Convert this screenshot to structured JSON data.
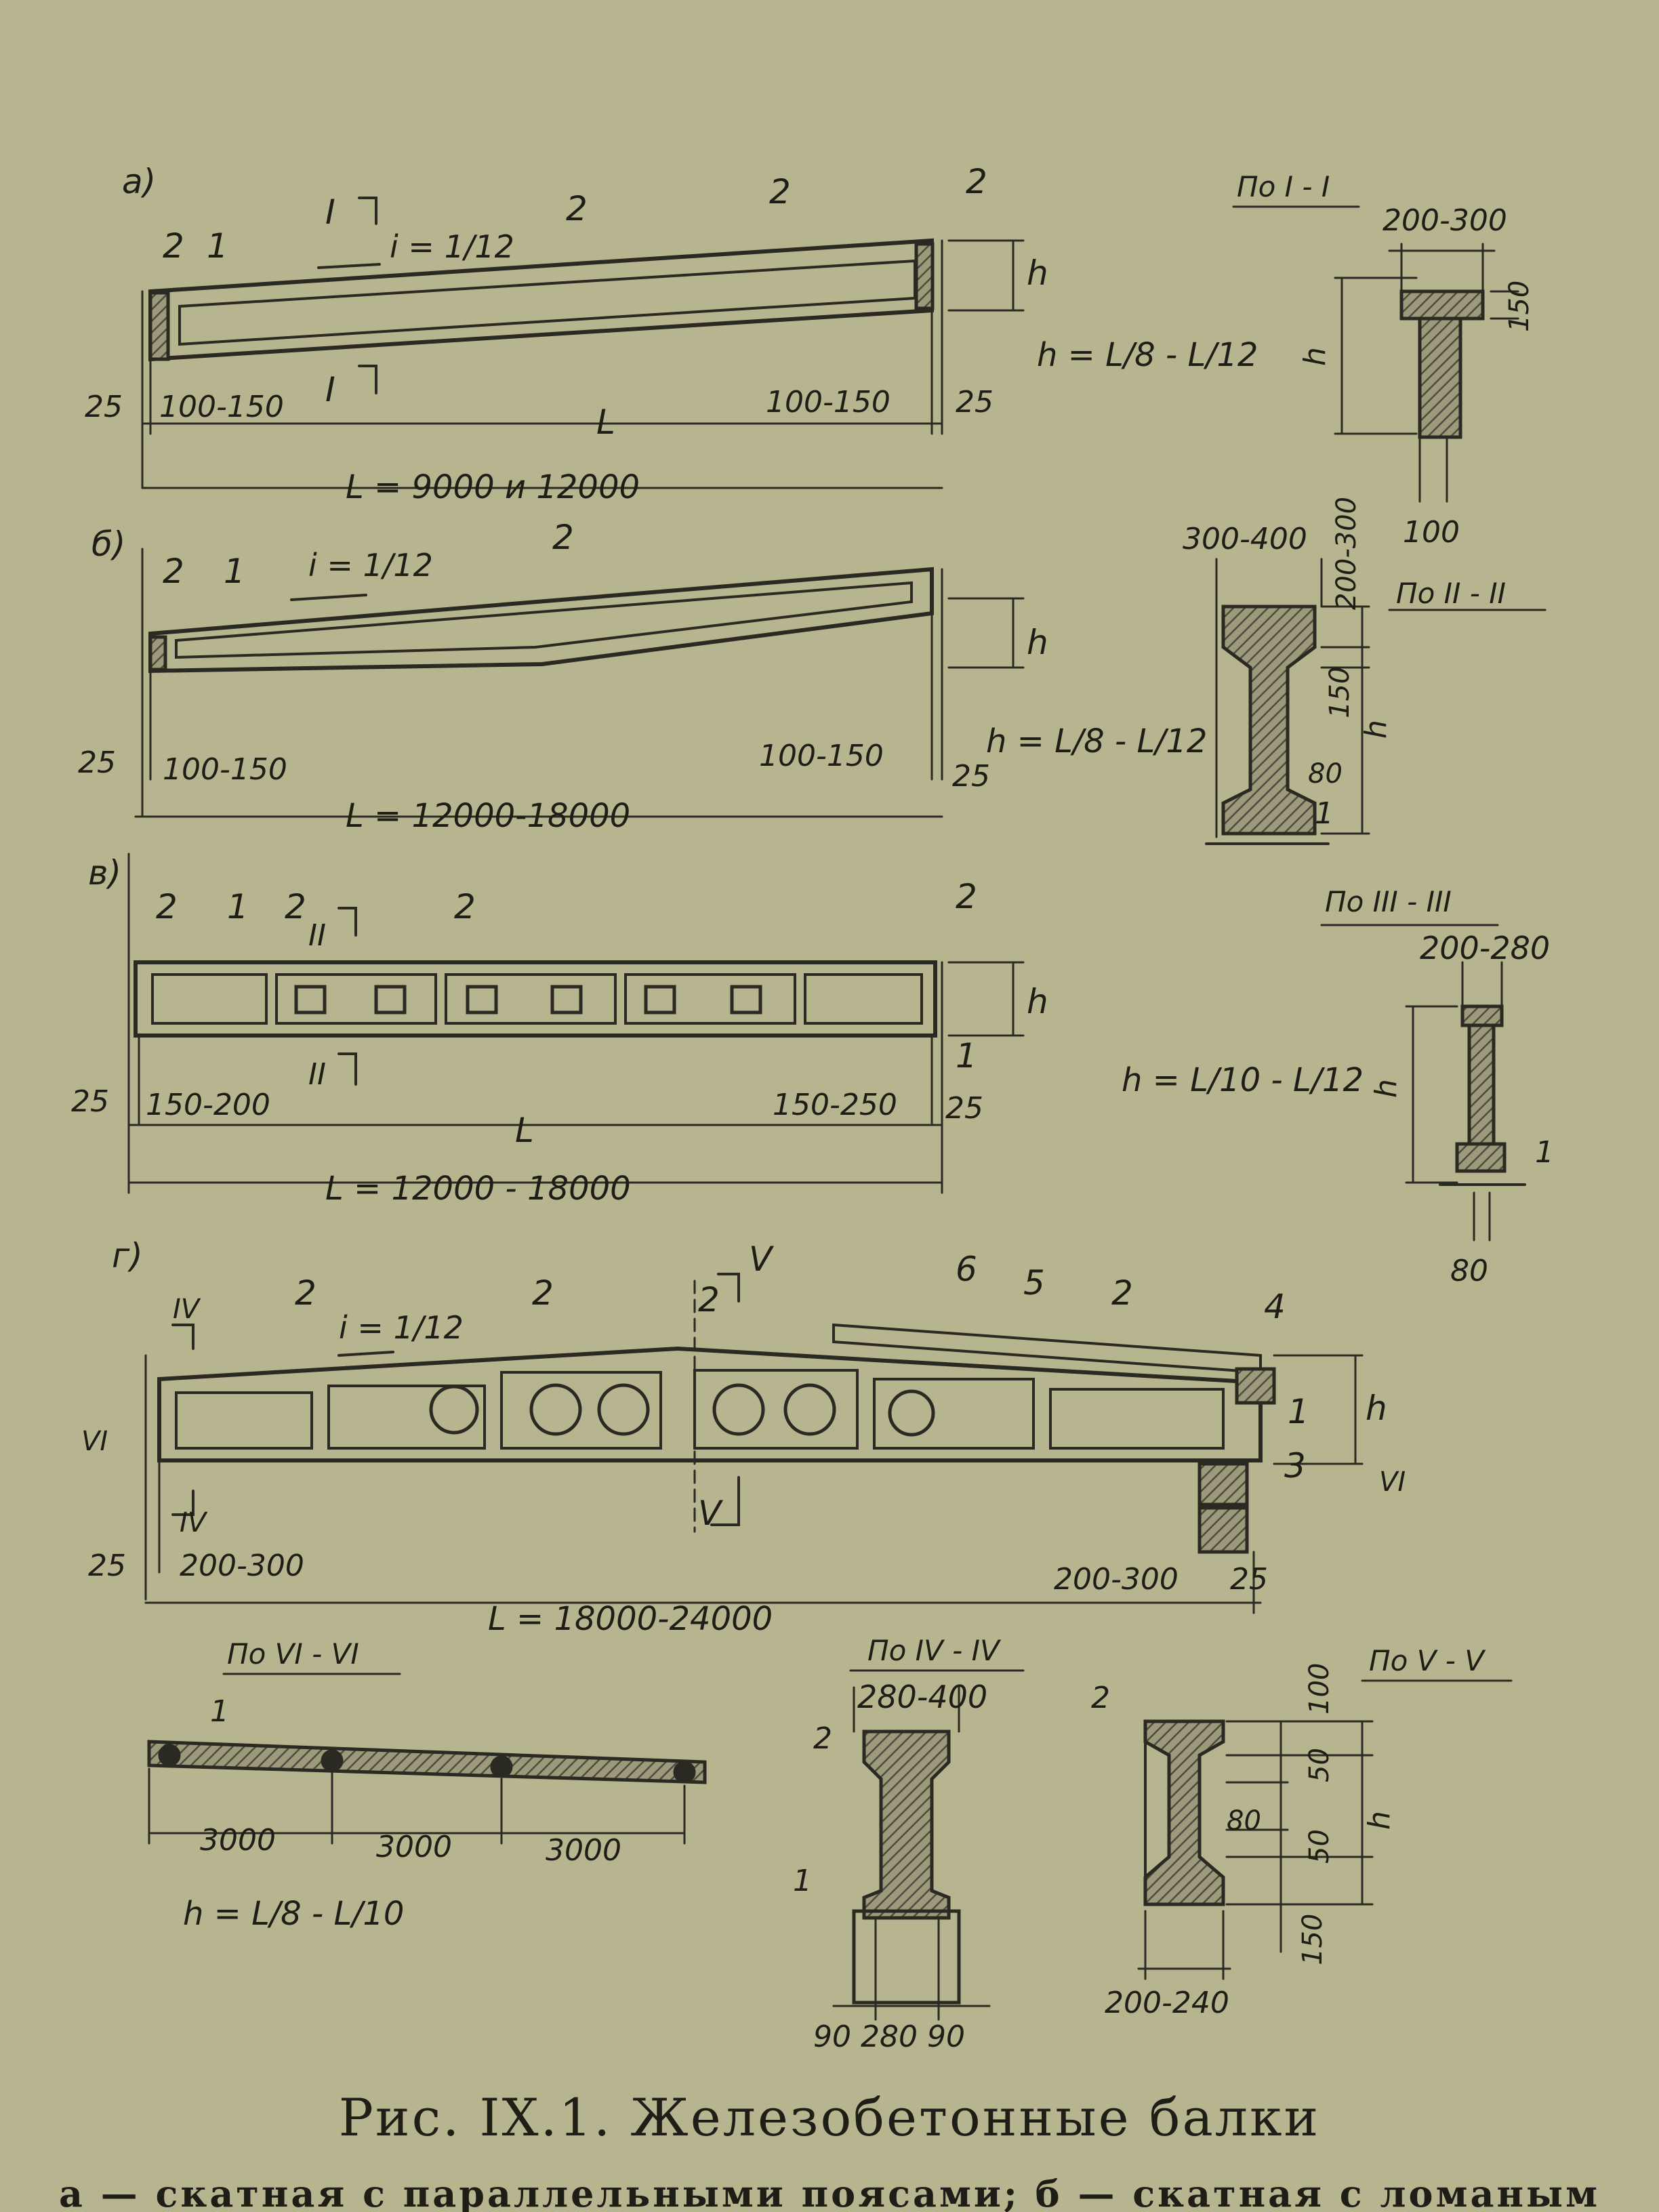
{
  "figure": {
    "caption": "Рис. IX.1. Железобетонные балки",
    "legend_line": "а — скатная с параллельными поясами; б — скатная с ломаным"
  },
  "colors": {
    "paper": "#b7b58f",
    "ink": "#2a2922",
    "hatch": "#6f6c55"
  },
  "panels": {
    "a": {
      "tag": "а)",
      "slope": "i = 1/12",
      "h_formula": "h = L/8 - L/12",
      "span_formula": "L = 9000 и 12000",
      "span_label": "L",
      "support_left": "100-150",
      "support_right": "100-150",
      "end_25_left": "25",
      "end_25_right": "25",
      "section_mark": "I",
      "h_label": "h",
      "callouts": [
        "2",
        "1",
        "2",
        "2",
        "2"
      ]
    },
    "b": {
      "tag": "б)",
      "slope": "i = 1/12",
      "h_formula": "h = L/8 - L/12",
      "span_formula": "L = 12000-18000",
      "support_left": "100-150",
      "support_right": "100-150",
      "end_25_left": "25",
      "end_25_right": "25",
      "h_label": "h",
      "callouts": [
        "2",
        "1",
        "2"
      ]
    },
    "v": {
      "tag": "в)",
      "h_formula": "h = L/10 - L/12",
      "span_formula": "L = 12000 - 18000",
      "span_label": "L",
      "support_left": "150-200",
      "support_right": "150-250",
      "end_25_left": "25",
      "end_25_right": "25",
      "section_mark": "II",
      "h_label": "h",
      "callouts": [
        "2",
        "1",
        "2",
        "2",
        "2",
        "1"
      ]
    },
    "g": {
      "tag": "г)",
      "slope": "i = 1/12",
      "span_formula": "L = 18000-24000",
      "support_left": "200-300",
      "support_right": "200-300",
      "end_25_left": "25",
      "end_25_right": "25",
      "mark_IV": "IV",
      "mark_V": "V",
      "mark_VI": "VI",
      "h_label": "h",
      "callouts": [
        "2",
        "2",
        "2",
        "6",
        "5",
        "2",
        "4",
        "1",
        "3"
      ]
    }
  },
  "sections": {
    "s1": {
      "title": "По I - I",
      "width": "200-300",
      "flange": "150",
      "web": "100",
      "h": "h"
    },
    "s2": {
      "title": "По II - II",
      "width": "300-400",
      "dim_top": "200-300",
      "dim_mid": "150",
      "dim_web": "80",
      "callout": "1",
      "h": "h"
    },
    "s3": {
      "title": "По III - III",
      "width": "200-280",
      "web": "80",
      "callout": "1",
      "h": "h"
    },
    "s4": {
      "title": "По IV - IV",
      "width": "280-400",
      "bottom": "90 280 90",
      "callouts": [
        "2",
        "1"
      ]
    },
    "s5": {
      "title": "По V - V",
      "width": "200-240",
      "d100": "100",
      "d50a": "50",
      "d50b": "50",
      "d150": "150",
      "d80": "80",
      "callout": "2",
      "h": "h"
    },
    "s6": {
      "title": "По VI - VI",
      "spacing": [
        "3000",
        "3000",
        "3000"
      ],
      "h_formula": "h = L/8 - L/10",
      "callout": "1"
    }
  }
}
